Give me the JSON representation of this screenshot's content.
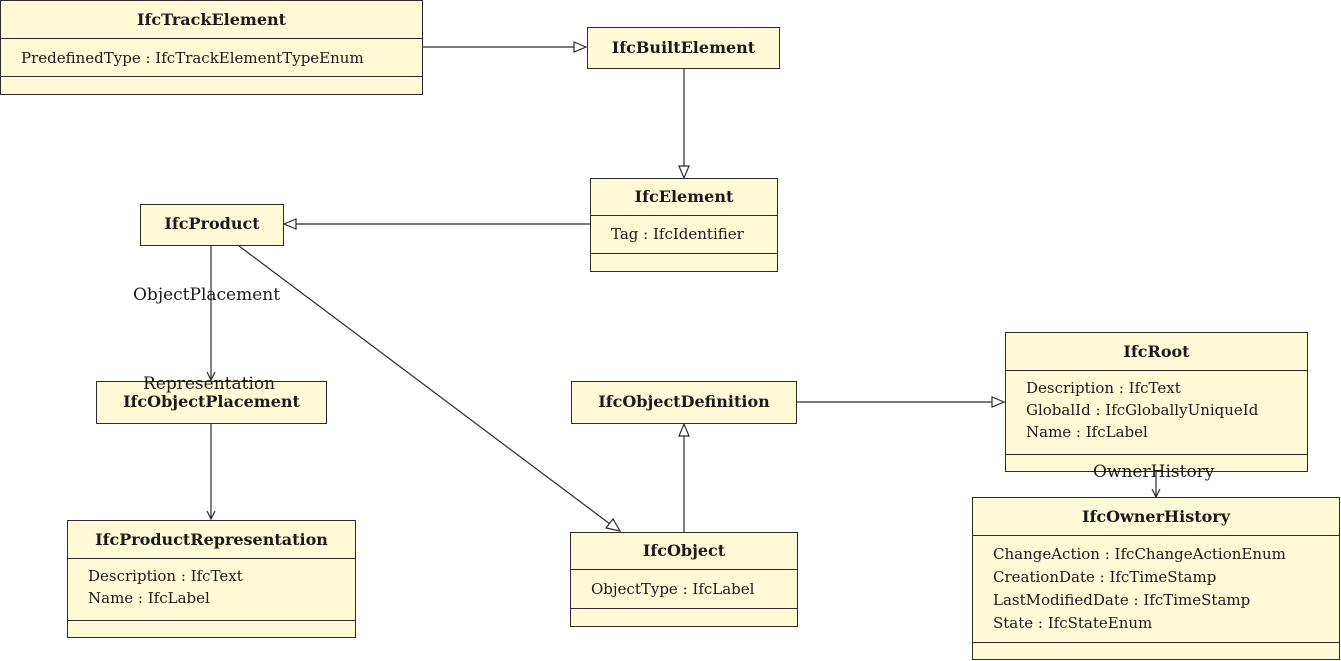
{
  "classes": {
    "track_element": {
      "name": "IfcTrackElement",
      "attributes": [
        "PredefinedType : IfcTrackElementTypeEnum"
      ]
    },
    "built_element": {
      "name": "IfcBuiltElement"
    },
    "element": {
      "name": "IfcElement",
      "attributes": [
        "Tag : IfcIdentifier"
      ]
    },
    "product": {
      "name": "IfcProduct"
    },
    "object_placement": {
      "name": "IfcObjectPlacement"
    },
    "product_representation": {
      "name": "IfcProductRepresentation",
      "attributes": [
        "Description : IfcText",
        "Name : IfcLabel"
      ]
    },
    "object_definition": {
      "name": "IfcObjectDefinition"
    },
    "object": {
      "name": "IfcObject",
      "attributes": [
        "ObjectType : IfcLabel"
      ]
    },
    "root": {
      "name": "IfcRoot",
      "attributes": [
        "Description : IfcText",
        "GlobalId : IfcGloballyUniqueId",
        "Name : IfcLabel"
      ]
    },
    "owner_history": {
      "name": "IfcOwnerHistory",
      "attributes": [
        "ChangeAction : IfcChangeActionEnum",
        "CreationDate : IfcTimeStamp",
        "LastModifiedDate : IfcTimeStamp",
        "State : IfcStateEnum"
      ]
    }
  },
  "labels": {
    "object_placement": "ObjectPlacement",
    "representation": "Representation",
    "owner_history": "OwnerHistory"
  },
  "colors": {
    "class_fill": "#fff9d6",
    "stroke": "#2b2b2b"
  }
}
